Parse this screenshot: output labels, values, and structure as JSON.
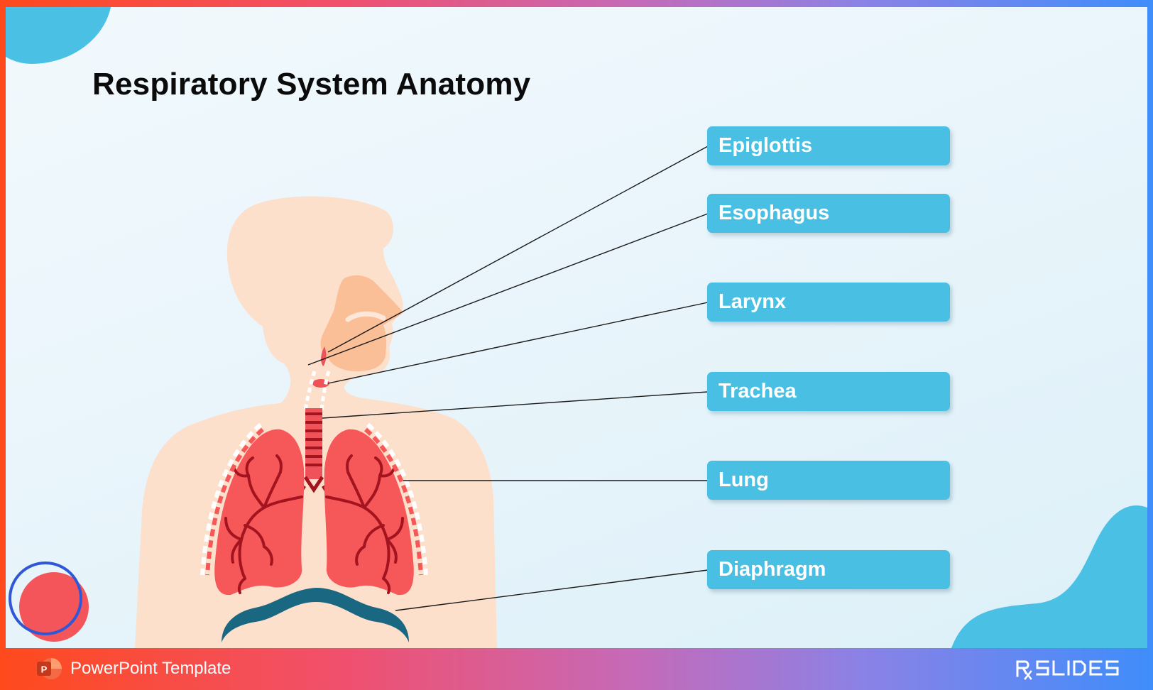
{
  "slide": {
    "title": "Respiratory System Anatomy"
  },
  "labels": [
    {
      "id": "epiglottis",
      "text": "Epiglottis"
    },
    {
      "id": "esophagus",
      "text": "Esophagus"
    },
    {
      "id": "larynx",
      "text": "Larynx"
    },
    {
      "id": "trachea",
      "text": "Trachea"
    },
    {
      "id": "lung",
      "text": "Lung"
    },
    {
      "id": "diaphragm",
      "text": "Diaphragm"
    }
  ],
  "footer": {
    "template_label": "PowerPoint Template",
    "brand_logo": "RX SLIDES",
    "app_icon": "powerpoint-icon"
  },
  "colors": {
    "label_fill": "#49bfe3",
    "skin": "#fde0cc",
    "lung": "#f6585a",
    "bronchi": "#a3141e",
    "diaphragm": "#1a6781",
    "accent_blue": "#4ac1e4"
  }
}
